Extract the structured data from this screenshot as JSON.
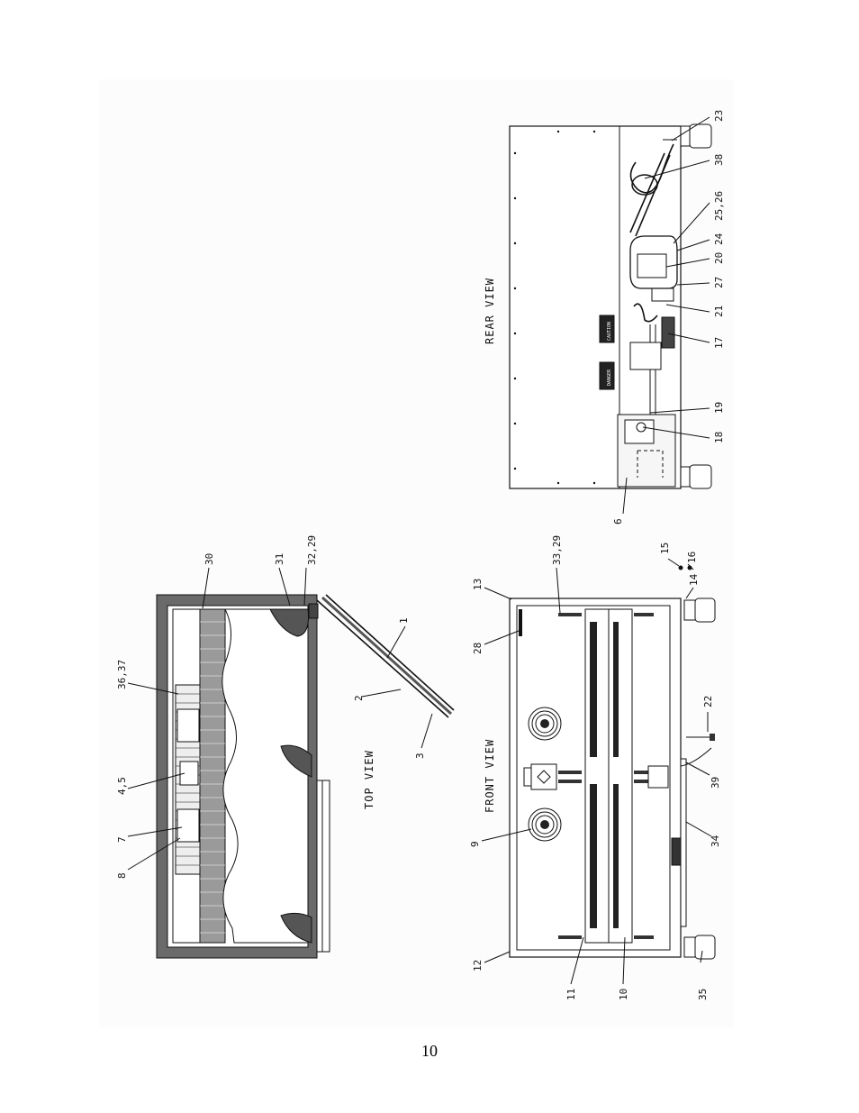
{
  "page_number": "10",
  "views": {
    "top": "TOP VIEW",
    "front": "FRONT VIEW",
    "rear": "REAR VIEW"
  },
  "panel_labels": [
    "CAUTION",
    "DANGER"
  ],
  "callouts": {
    "top": [
      "30",
      "31",
      "32,29",
      "36,37",
      "4,5",
      "7",
      "8",
      "1",
      "2",
      "3"
    ],
    "front": [
      "13",
      "28",
      "33,29",
      "9",
      "11",
      "10",
      "12",
      "35",
      "34",
      "39",
      "22",
      "14",
      "15",
      "16"
    ],
    "rear": [
      "23",
      "38",
      "25,26",
      "24",
      "20",
      "27",
      "21",
      "17",
      "19",
      "18",
      "6"
    ]
  }
}
